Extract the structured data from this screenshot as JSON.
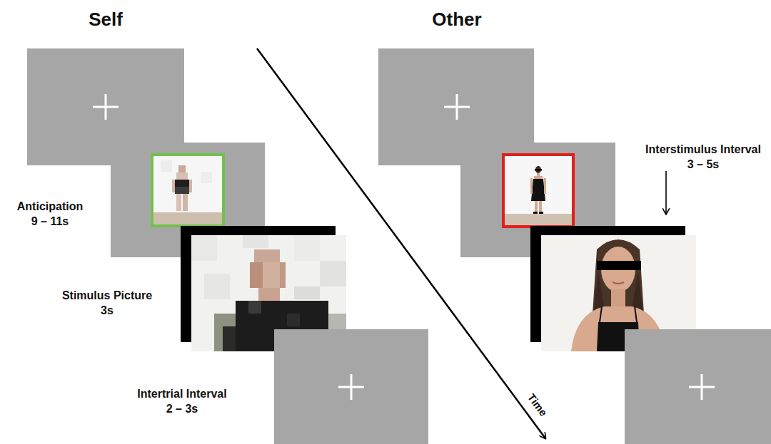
{
  "diagram": {
    "labels": [
      "Self",
      "Other",
      "Anticipation",
      "9 – 11s",
      "Stimulus Picture",
      "3s",
      "Intertrial Interval",
      "2 – 3s",
      "Interstimulus Interval",
      "3 – 5s",
      "Time"
    ]
  }
}
